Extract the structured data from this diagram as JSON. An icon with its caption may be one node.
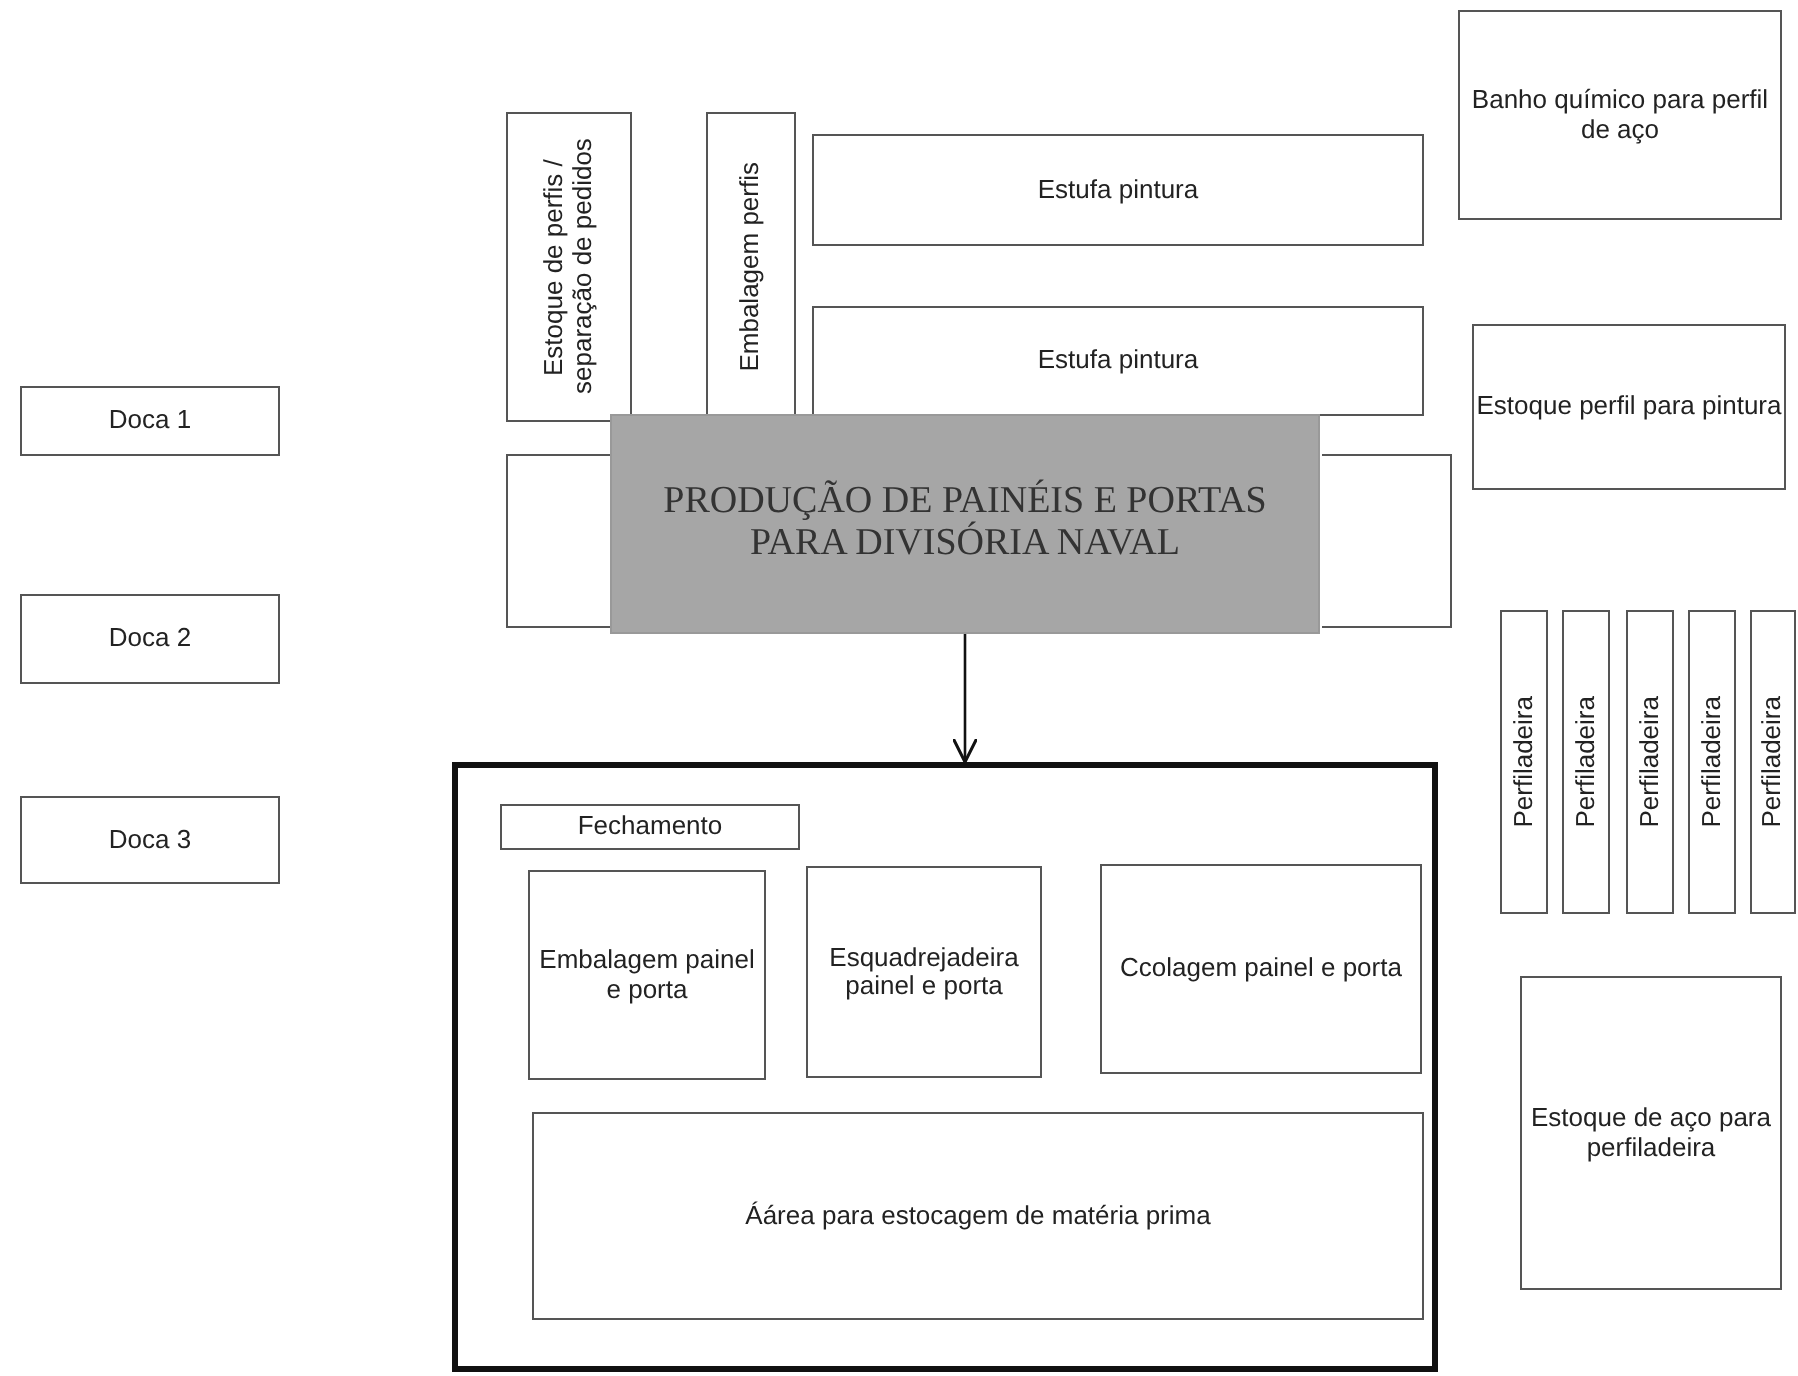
{
  "diagram": {
    "nodes": [
      {
        "text": [
          "Estoque de perfis / separação de pedidos"
        ]
      },
      {
        "text": [
          "Embalagem perfis"
        ]
      },
      {
        "text": [
          "Estufa pintura"
        ]
      },
      {
        "text": [
          "Estufa pintura"
        ]
      },
      {
        "text": [
          "Banho químico para perfil de aço"
        ]
      },
      {
        "text": [
          "Doca 1"
        ]
      },
      {
        "text": [],
        "shape": "box"
      },
      {
        "text": [
          "PRODUÇÃO DE PAINÉIS E PORTAS PARA DIVISÓRIA NAVAL"
        ]
      },
      {
        "text": [
          "Estoque perfil para pintura"
        ]
      },
      {
        "text": [
          "Doca 2"
        ]
      },
      {
        "text": [
          "Perfiladeira"
        ]
      },
      {
        "text": [
          "Perfiladeira"
        ]
      },
      {
        "text": [
          "Perfiladeira"
        ]
      },
      {
        "text": [
          "Perfiladeira"
        ]
      },
      {
        "text": [
          "Perfiladeira"
        ]
      },
      {
        "text": [
          "Doca 3"
        ]
      },
      {
        "text": [],
        "shape": "box"
      },
      {
        "text": [
          "Fechamento"
        ],
        "in": 16
      },
      {
        "text": [
          "Embalagem painel e porta"
        ],
        "in": 16
      },
      {
        "text": [
          "Esquadrejadeira painel e porta"
        ],
        "in": 16
      },
      {
        "text": [
          "Ccolagem painel e porta"
        ],
        "in": 16
      },
      {
        "text": [
          "Áárea para estocagem de matéria prima"
        ],
        "in": 16
      },
      {
        "text": [
          "Estoque de aço para perfiladeira"
        ]
      },
      {
        "text": [],
        "shape": "box"
      }
    ],
    "edges": [
      {
        "from": 7,
        "to": 16,
        "arrow": "to"
      }
    ]
  }
}
